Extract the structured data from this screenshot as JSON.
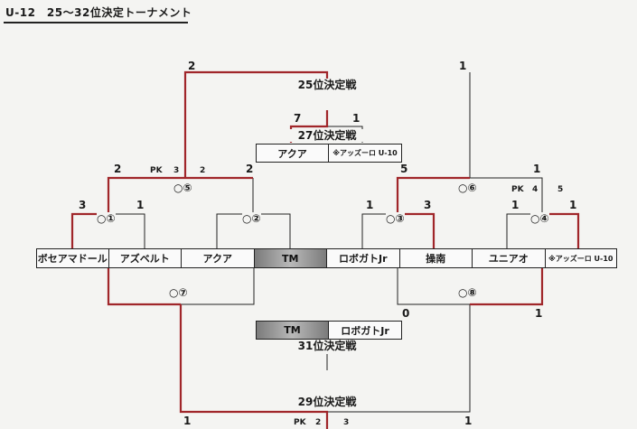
{
  "title": "U-12　25〜32位決定トーナメント",
  "rounds": {
    "r25": "25位決定戦",
    "r27": "27位決定戦",
    "r29": "29位決定戦",
    "r31": "31位決定戦"
  },
  "teams": [
    {
      "name": "ボセアマドール",
      "style": "normal"
    },
    {
      "name": "アズベルト",
      "style": "normal"
    },
    {
      "name": "アクア",
      "style": "normal"
    },
    {
      "name": "TM",
      "style": "gray"
    },
    {
      "name": "ロボガトJr",
      "style": "normal"
    },
    {
      "name": "操南",
      "style": "normal"
    },
    {
      "name": "ユニアオ",
      "style": "normal"
    },
    {
      "name": "※アッズーロ U-10",
      "style": "note"
    }
  ],
  "match_27": {
    "left": "アクア",
    "right": "※アッズーロ U-10"
  },
  "match_31": {
    "left": "TM",
    "right": "ロボガトJr"
  },
  "matches": {
    "m1": "○①",
    "m2": "○②",
    "m3": "○③",
    "m4": "○④",
    "m5": "○⑤",
    "m6": "○⑥",
    "m7": "○⑦",
    "m8": "○⑧"
  },
  "scores": {
    "m1_left": "3",
    "m1_right": "1",
    "m2_left": "",
    "m2_right": "",
    "m3_left": "1",
    "m3_right": "3",
    "m4_left": "1",
    "m4_right": "1",
    "m5_left": "2",
    "m5_right": "2",
    "m5_pk_label": "PK",
    "m5_pk_left": "3",
    "m5_pk_right": "2",
    "m6_left": "5",
    "m6_right": "1",
    "m6_pk_label": "PK",
    "m6_pk_left": "4",
    "m6_pk_right": "5",
    "r25_left": "2",
    "r25_right": "1",
    "r27_left": "7",
    "r27_right": "1",
    "m8_left": "0",
    "m8_right": "1",
    "r29_left": "1",
    "r29_right": "1",
    "r29_pk_label": "PK",
    "r29_pk_left": "2",
    "r29_pk_right": "3"
  },
  "colors": {
    "winner_line": "#a0262a",
    "line": "#222222",
    "paper": "#f4f4f2"
  }
}
